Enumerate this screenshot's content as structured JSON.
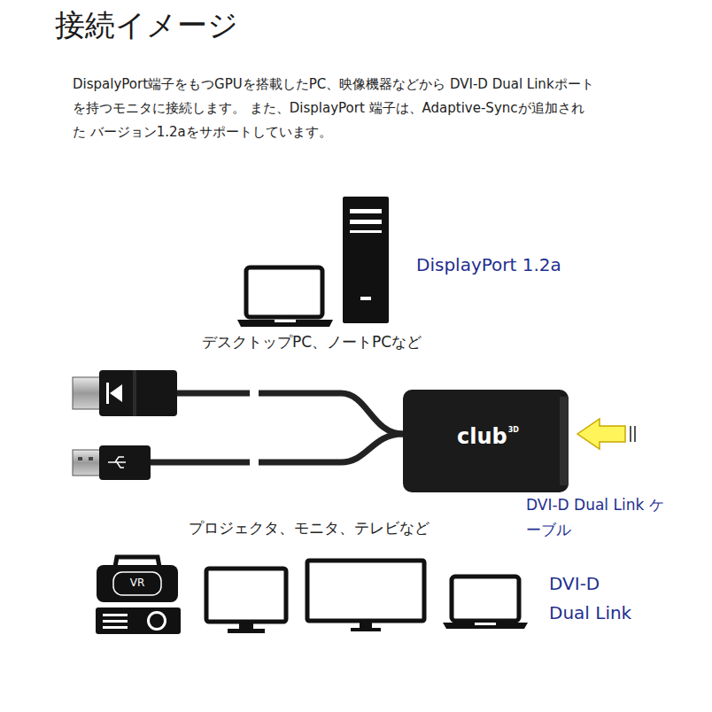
{
  "diagram": {
    "title": "接続イメージ",
    "labels": [
      "DispalyPort端子をもつGPUを搭載したPC、映像機器などから DVI-D Dual Linkポートを持つモニタに接続します。 また、DisplayPort 端子は、Adaptive-Syncが追加された バージョン1.2aをサポートしています。",
      "DisplayPort 1.2a",
      "デスクトップPC、ノートPCなど",
      "club",
      "3D",
      "DVI-D Dual Link ケーブル",
      "プロジェクタ、モニタ、テレビなど",
      "VR",
      "DVI-D Dual Link"
    ]
  }
}
